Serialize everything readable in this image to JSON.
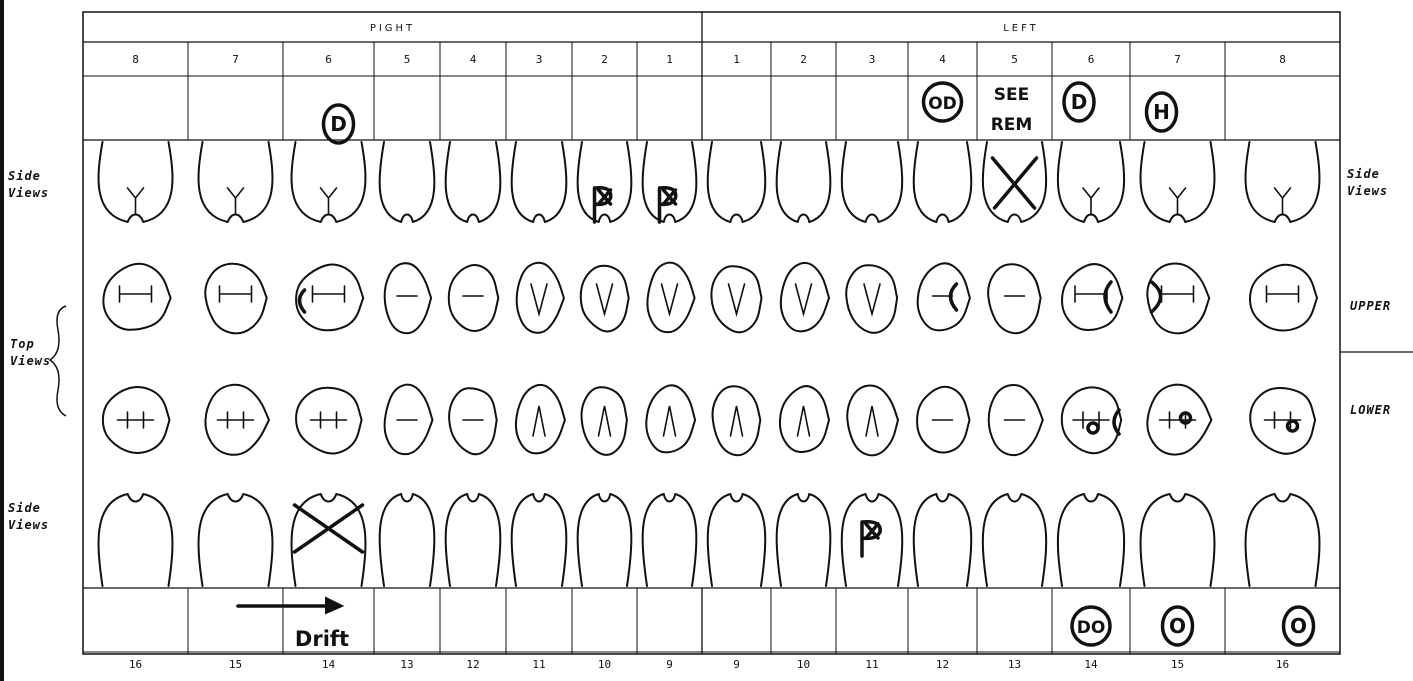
{
  "header": {
    "right_label": "PIGHT",
    "left_label": "LEFT"
  },
  "upper_numbers": [
    "8",
    "7",
    "6",
    "5",
    "4",
    "3",
    "2",
    "1",
    "1",
    "2",
    "3",
    "4",
    "5",
    "6",
    "7",
    "8"
  ],
  "lower_numbers": [
    "16",
    "15",
    "14",
    "13",
    "12",
    "11",
    "10",
    "9",
    "9",
    "10",
    "11",
    "12",
    "13",
    "14",
    "15",
    "16"
  ],
  "upper_notes": [
    "",
    "",
    "D",
    "",
    "",
    "",
    "",
    "",
    "",
    "",
    "",
    "OD",
    "SEE REM",
    "D",
    "H",
    ""
  ],
  "lower_notes": [
    "",
    "",
    "",
    "",
    "",
    "",
    "",
    "",
    "",
    "",
    "",
    "",
    "",
    "DO",
    "O",
    "O"
  ],
  "drift_note": "Drift",
  "labels": {
    "side_views_upper": "Side Views",
    "top_views": "Top Views",
    "side_views_right_upper": "Side Views",
    "upper_right": "UPPER",
    "lower_right": "LOWER",
    "side_views_lower": "Side Views"
  },
  "marks": {
    "extracted_upper": "5",
    "extracted_lower": "14",
    "pontic_upper": [
      "2",
      "1"
    ],
    "pontic_lower": "11"
  }
}
